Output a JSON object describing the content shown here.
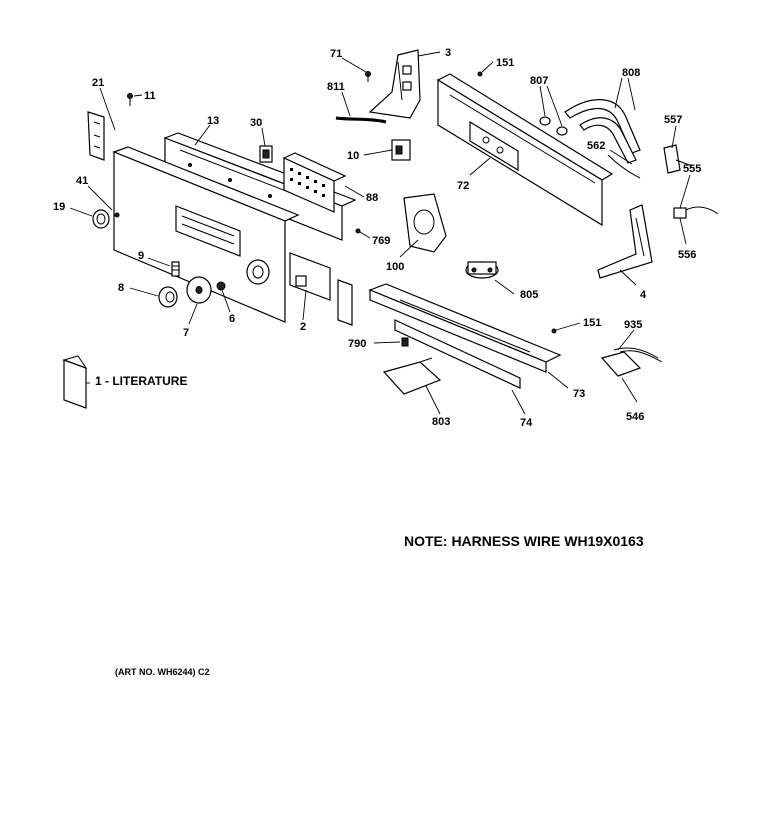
{
  "callouts": [
    {
      "id": "71",
      "text": "71"
    },
    {
      "id": "3",
      "text": "3"
    },
    {
      "id": "151a",
      "text": "151"
    },
    {
      "id": "807",
      "text": "807"
    },
    {
      "id": "808",
      "text": "808"
    },
    {
      "id": "21",
      "text": "21"
    },
    {
      "id": "11",
      "text": "11"
    },
    {
      "id": "811",
      "text": "811"
    },
    {
      "id": "13",
      "text": "13"
    },
    {
      "id": "30",
      "text": "30"
    },
    {
      "id": "557",
      "text": "557"
    },
    {
      "id": "562",
      "text": "562"
    },
    {
      "id": "10",
      "text": "10"
    },
    {
      "id": "72",
      "text": "72"
    },
    {
      "id": "555",
      "text": "555"
    },
    {
      "id": "41",
      "text": "41"
    },
    {
      "id": "88",
      "text": "88"
    },
    {
      "id": "19",
      "text": "19"
    },
    {
      "id": "769",
      "text": "769"
    },
    {
      "id": "556",
      "text": "556"
    },
    {
      "id": "100",
      "text": "100"
    },
    {
      "id": "9",
      "text": "9"
    },
    {
      "id": "805",
      "text": "805"
    },
    {
      "id": "4",
      "text": "4"
    },
    {
      "id": "8",
      "text": "8"
    },
    {
      "id": "6",
      "text": "6"
    },
    {
      "id": "2",
      "text": "2"
    },
    {
      "id": "151b",
      "text": "151"
    },
    {
      "id": "935",
      "text": "935"
    },
    {
      "id": "7",
      "text": "7"
    },
    {
      "id": "790",
      "text": "790"
    },
    {
      "id": "73",
      "text": "73"
    },
    {
      "id": "546",
      "text": "546"
    },
    {
      "id": "803",
      "text": "803"
    },
    {
      "id": "74",
      "text": "74"
    }
  ],
  "literature_label": "1 - LITERATURE",
  "note": "NOTE: HARNESS WIRE WH19X0163",
  "art_number": "(ART NO. WH6244) C2"
}
